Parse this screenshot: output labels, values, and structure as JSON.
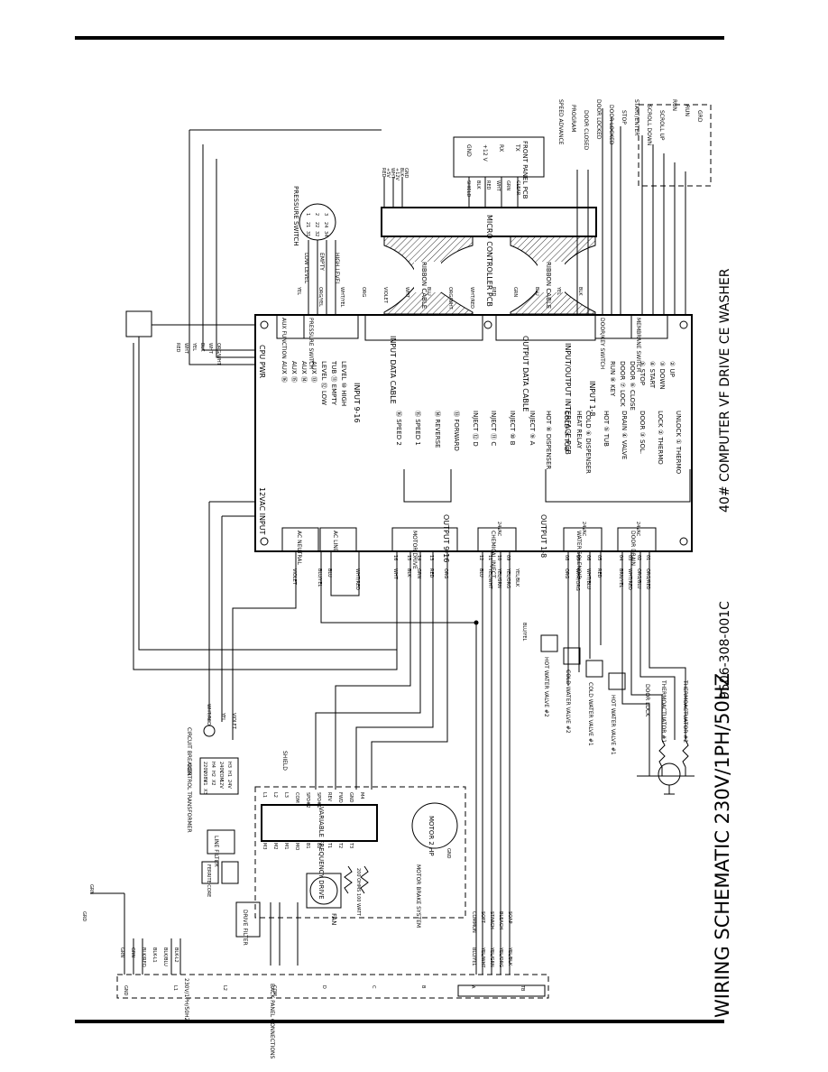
{
  "diagram": {
    "title": "WIRING SCHEMATIC 230V/1PH/50HZ",
    "part_number": "9506-308-001C",
    "subtitle": "40# COMPUTER VF DRIVE CE WASHER"
  },
  "io_pcb": {
    "title": "INPUT/OUTPUT INTERFACE PCB",
    "input_data_cable": "INPUT DATA CABLE",
    "output_data_cable": "OUTPUT DATA CABLE",
    "cpu_pwr": "CPU PWR",
    "input_12vac": "12VAC INPUT",
    "output_9_16": "OUTPUT 9-16",
    "output_1_8": "OUTPUT 1-8",
    "input_9_16": "INPUT 9-16",
    "input_1_8": "INPUT 1-8",
    "inputs_9_16": [
      "AUX ⑯",
      "AUX ⑮",
      "AUX ⑭",
      "AUX ⑬",
      "LEVEL ⑫ LOW",
      "TUB ⑪ EMPTY",
      "LEVEL ⑩ HIGH"
    ],
    "inputs_1_8": [
      "RUN ⑧ KEY",
      "DOOR ⑦ LOCK",
      "DOOR ⑥ CLOSE",
      "⑤ STOP",
      "④ START",
      "③ DOWN",
      "② UP"
    ],
    "outputs_9_16": [
      "⑯ SPEED 2",
      "⑮ SPEED 1",
      "⑭ REVERSE",
      "⑬ FORWARD",
      "INJECT ⑫ D",
      "INJECT ⑪ C",
      "INJECT ⑩ B",
      "INJECT ⑨ A"
    ],
    "outputs_1_8": [
      "HOT ⑧ DISPENSER",
      "COLD ⑦ TUB",
      "HEAT RELAY",
      "COLD ⑥ DISPENSER",
      "HOT ⑤ TUB",
      "DRAIN ④ VALVE",
      "DOOR ③ SOL.",
      "LOCK ② THERMO",
      "UNLOCK ① THERMO"
    ],
    "left_connectors": [
      "AUX FUNCTION",
      "PRESSURE SWITCH",
      "DOOR/KEY SWITCH",
      "MEMBRANE SWITCH"
    ],
    "right_connectors": [
      "AC NEUTRAL",
      "AC LINE",
      "MOTOR DRIVE",
      "CHEMICAL INJECT",
      "WATER SOLENOID",
      "DOOR DRAIN"
    ],
    "voltage_labels": [
      "24VAC",
      "24VAC",
      "24VAC"
    ],
    "pin_labels": [
      "16",
      "15",
      "14",
      "13",
      "12",
      "11",
      "10",
      "09",
      "08",
      "07",
      "06",
      "05",
      "04",
      "03",
      "02",
      "01"
    ]
  },
  "micro_pcb": {
    "title": "MICRO CONTROLLER PCB",
    "ribbon_cable": "RIBBON CABLE",
    "front_panel": "FRONT PANEL PCB",
    "front_pins": [
      "GND",
      "+12 V",
      "RX",
      "TX"
    ],
    "front_wires": [
      "SHIELD",
      "BLK",
      "RED",
      "WHT",
      "GRN",
      "CLEAR"
    ],
    "power_wires": [
      "RED",
      "+5V",
      "WHT",
      "+12V",
      "BLK",
      "GND"
    ]
  },
  "pressure_switch": {
    "title": "PRESSURE SWITCH",
    "terminals": [
      "1",
      "2",
      "3",
      "21",
      "22",
      "24",
      "31",
      "32",
      "34"
    ],
    "labels": [
      "LOW LEVEL",
      "EMPTY",
      "HIGH LEVEL"
    ]
  },
  "switches": {
    "labels": [
      "SPEED ADVANCE",
      "PROGRAM",
      "DOOR CLOSED",
      "DOOR LOCKED",
      "DOOR LOCKED",
      "STOP",
      "START/ENTER",
      "SCROLL DOWN",
      "SCROLL UP",
      "RUN",
      "RUN",
      "GRD"
    ]
  },
  "wire_colors": {
    "io_left": [
      "YEL",
      "ORG/YEL",
      "WHT/YEL",
      "ORG",
      "VIOLET",
      "WHT",
      "BLU",
      "ORG/WHT",
      "WHT/RED",
      "RED",
      "GRN",
      "BLU",
      "YEL",
      "BLK"
    ],
    "cpu": [
      "RED",
      "WHT",
      "YEL",
      "BLK",
      "WHT",
      "ORG/WHT"
    ],
    "io_right": [
      "VIOLET",
      "BLU/YEL",
      "BLU",
      "WHT/RED",
      "WHT",
      "BLK",
      "GRN",
      "RED",
      "ORG",
      "BLU",
      "YEL/WHT",
      "YEL/GRN",
      "YEL/ORG",
      "YEL/BLK",
      "ORG",
      "WHT/ORG",
      "WHT/BLU",
      "RED",
      "BRN/YEL",
      "WHT/RED",
      "ORG/BLU",
      "ORG/RED"
    ],
    "misc": [
      "BLU/YEL",
      "WHT/RED",
      "YEL",
      "VIOLET"
    ]
  },
  "components": {
    "hot_water_valve_2": "HOT WATER VALVE #2",
    "cold_water_valve_2": "COLD WATER VALVE #2",
    "cold_water_valve_1": "COLD WATER VALVE #1",
    "hot_water_valve_1": "HOT WATER VALVE #1",
    "door_lock": "DOOR LOCK",
    "thermo_1": "THERMOACTUATOR #1",
    "thermo_2": "THERMOACTUATOR #2",
    "circuit_breaker": "CIRCUIT BREAKER",
    "control_transformer": "CONTROL TRANSFORMER",
    "vfd": "VARIABLE FREQUENCY DRIVE",
    "vfd_terminals": [
      "L1",
      "L2",
      "L3",
      "COM",
      "SPD#2",
      "SPD#1",
      "REV",
      "FWD",
      "GND",
      "M4",
      "M3",
      "M2",
      "M1",
      "MO",
      "B1",
      "B2",
      "T1",
      "T2",
      "T3"
    ],
    "motor": "MOTOR 2 HP",
    "fan": "FAN",
    "motor_brake": "MOTOR BRAKE SYSTEM",
    "resistors": "200 OHMS 100 WATT",
    "line_filter": "LINE FILTER",
    "drive_filter": "DRIVE FILTER",
    "ferrite_core": "FERRITE CORE",
    "shield": "SHIELD",
    "transformer_terms": [
      "220V",
      "H4",
      "240V",
      "H3",
      "208V",
      "H2",
      "COM",
      "H1",
      "X1",
      "X2",
      "12V",
      "24V",
      "X3"
    ],
    "grd": "GRD",
    "gnd": "GND",
    "grn": "GRN"
  },
  "back_panel": {
    "title": "BACK PANEL CONNECTIONS",
    "supply": "230V/1PH/50HZ",
    "terminals": [
      "GND",
      "L1",
      "L2",
      "COM",
      "D",
      "C",
      "B",
      "A",
      "TB"
    ],
    "supply_wires": [
      "GRN",
      "GRN",
      "BLK/RED",
      "BLK-L1",
      "BLK/BLU",
      "BLK-L2"
    ],
    "chem_wires": [
      "BLU/YEL",
      "YEL/WHT",
      "YEL/GRN",
      "YEL/ORG",
      "YEL/BLK"
    ],
    "chem_labels": [
      "COMMON",
      "SOFT",
      "STARCH",
      "BLEACH",
      "SOAP"
    ]
  }
}
